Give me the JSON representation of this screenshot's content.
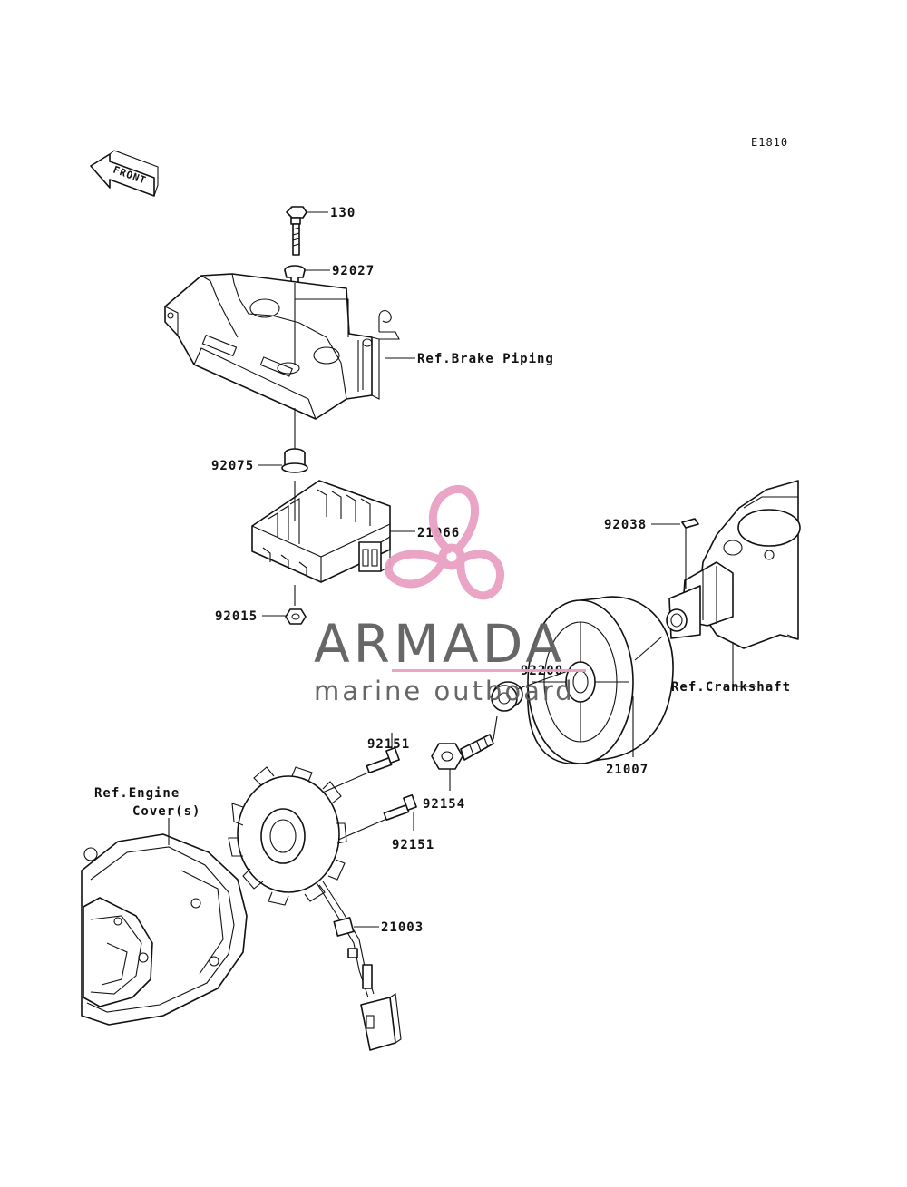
{
  "diagram": {
    "code": "E1810",
    "front_label": "FRONT",
    "parts": [
      {
        "id": "130"
      },
      {
        "id": "92027"
      },
      {
        "id": "92075"
      },
      {
        "id": "21066"
      },
      {
        "id": "92015"
      },
      {
        "id": "92038"
      },
      {
        "id": "92200"
      },
      {
        "id": "21007"
      },
      {
        "id": "92151a",
        "label": "92151"
      },
      {
        "id": "92151b",
        "label": "92151"
      },
      {
        "id": "92154"
      },
      {
        "id": "21003"
      }
    ],
    "references": {
      "brake_piping": "Ref.Brake Piping",
      "crankshaft": "Ref.Crankshaft",
      "engine_cover_line1": "Ref.Engine",
      "engine_cover_line2": "Cover(s)"
    }
  },
  "watermark": {
    "brand": "ARMADA",
    "tagline": "marine outboard",
    "accent_color": "#e8a0c4",
    "text_color": "#5f5f5f"
  }
}
